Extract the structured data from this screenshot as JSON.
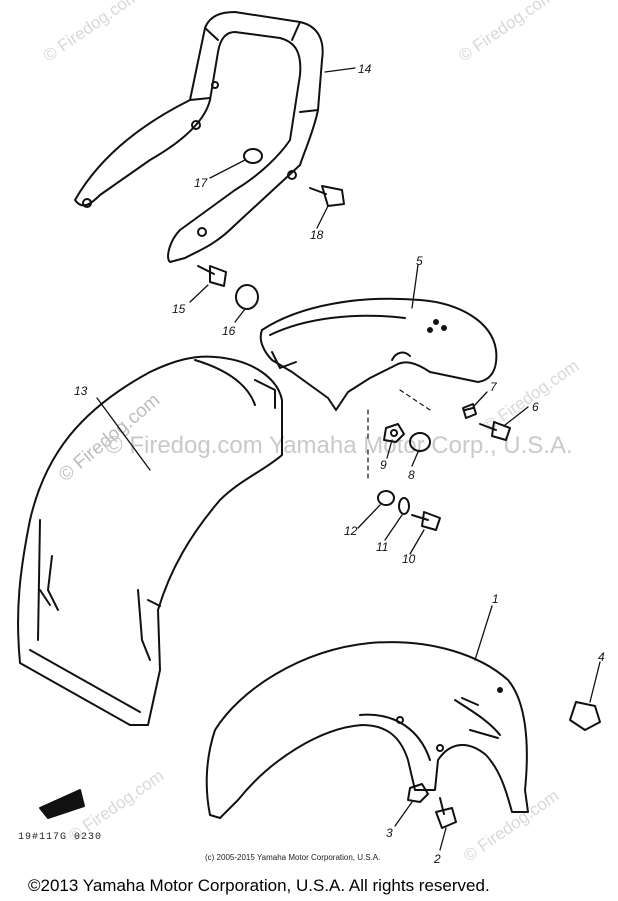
{
  "watermark": {
    "text": "© Firedog.com",
    "center_text": "© Firedog.com     Yamaha Motor Corp., U.S.A."
  },
  "diagram": {
    "part_labels": [
      "1",
      "2",
      "3",
      "4",
      "5",
      "6",
      "7",
      "8",
      "9",
      "10",
      "11",
      "12",
      "13",
      "14",
      "15",
      "16",
      "17",
      "18"
    ],
    "code": "19#117G 0230",
    "small_copyright": "(c) 2005-2015 Yamaha Motor Corporation, U.S.A."
  },
  "footer": {
    "copyright": "©2013 Yamaha Motor Corporation, U.S.A. All rights reserved."
  }
}
